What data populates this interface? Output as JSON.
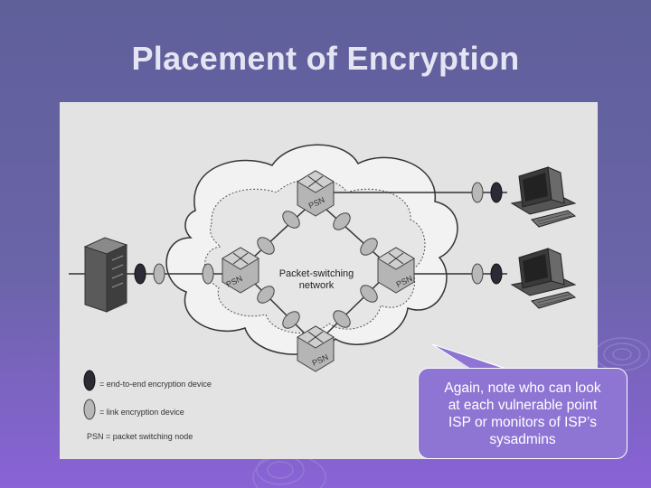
{
  "slide": {
    "title": "Placement of Encryption",
    "colors": {
      "background_top": "#5f5f9a",
      "background_bottom": "#8a63d6",
      "title_text": "#e4e4f2",
      "figure_bg": "#e3e3e3",
      "callout_fill": "#8e75d4"
    }
  },
  "diagram": {
    "network_label_line1": "Packet-switching",
    "network_label_line2": "network",
    "node_label": "PSN",
    "legend": {
      "end_to_end": "= end-to-end encryption device",
      "link": "= link encryption device",
      "psn": "PSN = packet switching node"
    }
  },
  "callout": {
    "lines": [
      "Again, note who can look",
      "at each vulnerable point",
      "ISP or monitors of ISP’s",
      "sysadmins"
    ]
  }
}
